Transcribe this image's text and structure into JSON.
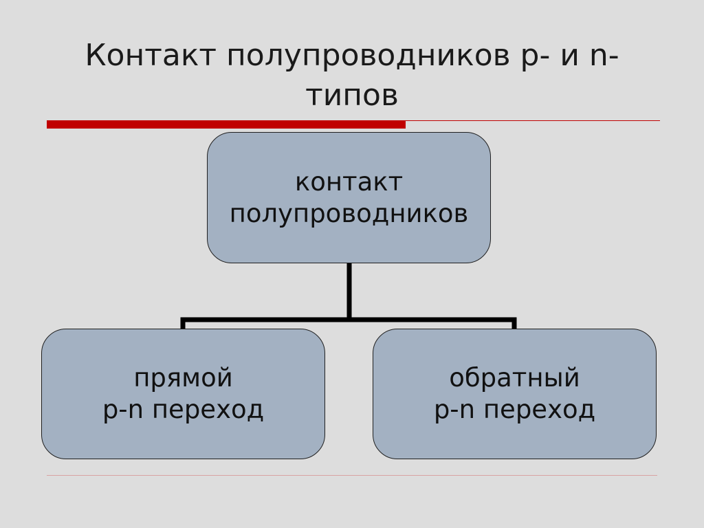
{
  "title": {
    "line1": "Контакт полупроводников p- и n-",
    "line2": "типов"
  },
  "colors": {
    "background": "#dddddd",
    "accent": "#c00000",
    "node_fill": "#a3b1c2",
    "node_border": "#1f1f1f"
  },
  "diagram": {
    "root": {
      "line1": "контакт",
      "line2": "полупроводников"
    },
    "children": [
      {
        "line1": "прямой",
        "line2": "p-n переход"
      },
      {
        "line1": "обратный",
        "line2": "p-n переход"
      }
    ]
  }
}
